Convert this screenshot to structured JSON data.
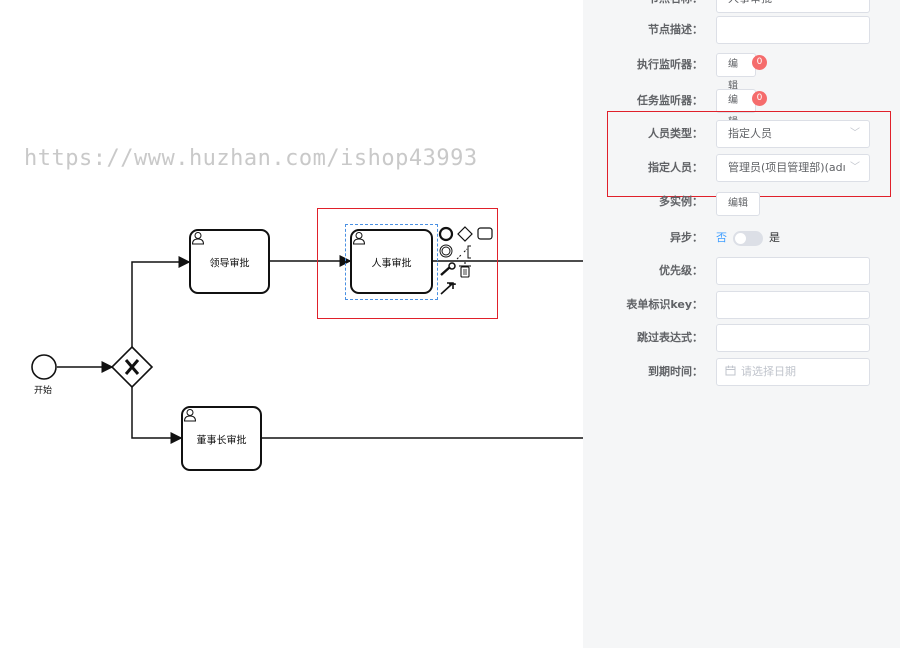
{
  "diagram": {
    "watermark": "https://www.huzhan.com/ishop43993",
    "start_label": "开始",
    "tasks": {
      "leader": "领导审批",
      "hr": "人事审批",
      "chairman": "董事长审批"
    }
  },
  "panel": {
    "fields": {
      "node_name": {
        "label": "节点名称：",
        "value": "人事审批"
      },
      "node_desc": {
        "label": "节点描述：",
        "value": ""
      },
      "exec_listener": {
        "label": "执行监听器：",
        "button": "编辑",
        "count": "0"
      },
      "task_listener": {
        "label": "任务监听器：",
        "button": "编辑",
        "count": "0"
      },
      "person_type": {
        "label": "人员类型：",
        "value": "指定人员"
      },
      "assignee": {
        "label": "指定人员：",
        "value": "管理员(项目管理部)(adı"
      },
      "multi_instance": {
        "label": "多实例：",
        "button": "编辑"
      },
      "async": {
        "label": "异步：",
        "off": "否",
        "on": "是"
      },
      "priority": {
        "label": "优先级：",
        "value": ""
      },
      "form_key": {
        "label": "表单标识key：",
        "value": ""
      },
      "skip_expr": {
        "label": "跳过表达式：",
        "value": ""
      },
      "due_date": {
        "label": "到期时间：",
        "placeholder": "请选择日期"
      }
    }
  },
  "colors": {
    "highlight": "#e0202a",
    "selection": "#4a90e2",
    "badge": "#f56c6c",
    "switch_off_text": "#409eff"
  }
}
